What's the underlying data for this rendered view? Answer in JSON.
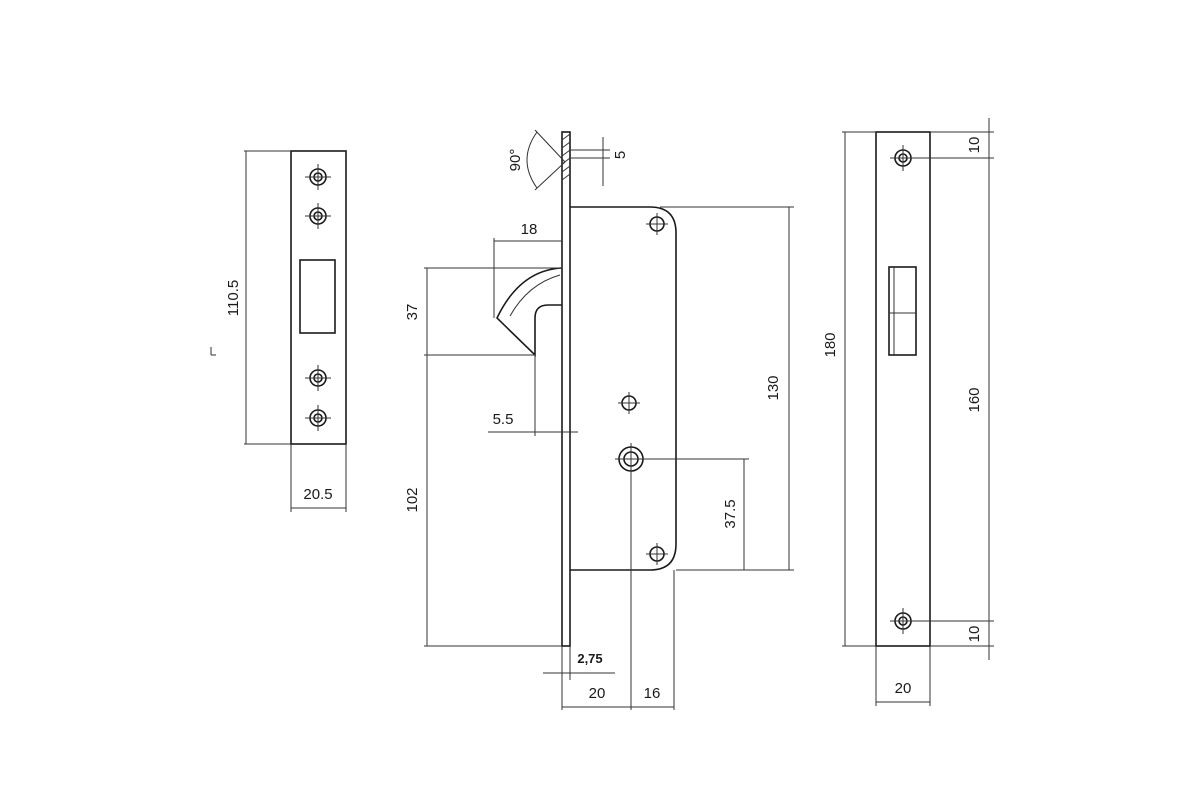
{
  "drawing": {
    "strike_plate": {
      "height_dim": "110.5",
      "width_dim": "20.5"
    },
    "lock_body_side": {
      "angle_dim": "90°",
      "flange_dim": "5",
      "hook_width_dim": "18",
      "hook_height_dim": "37",
      "hook_offset_dim": "5.5",
      "lower_dim": "102",
      "body_height_dim": "130",
      "spindle_dim": "37.5",
      "plate_thickness_dim": "2,75",
      "backset_dim": "20",
      "edge_dim": "16"
    },
    "faceplate": {
      "total_height_dim": "180",
      "inner_height_dim": "160",
      "top_offset_dim": "10",
      "bottom_offset_dim": "10",
      "width_dim": "20"
    }
  }
}
